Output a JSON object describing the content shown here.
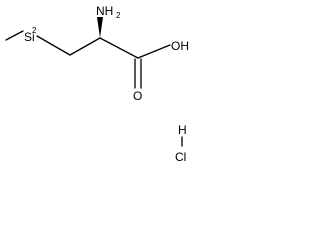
{
  "structure": {
    "atoms": {
      "si": "Si",
      "si_h_count": "2",
      "nh2": "NH",
      "nh2_h_count": "2",
      "oh": "OH",
      "o": "O",
      "h": "H",
      "cl": "Cl"
    },
    "bond_color": "#000000",
    "background": "#ffffff"
  }
}
